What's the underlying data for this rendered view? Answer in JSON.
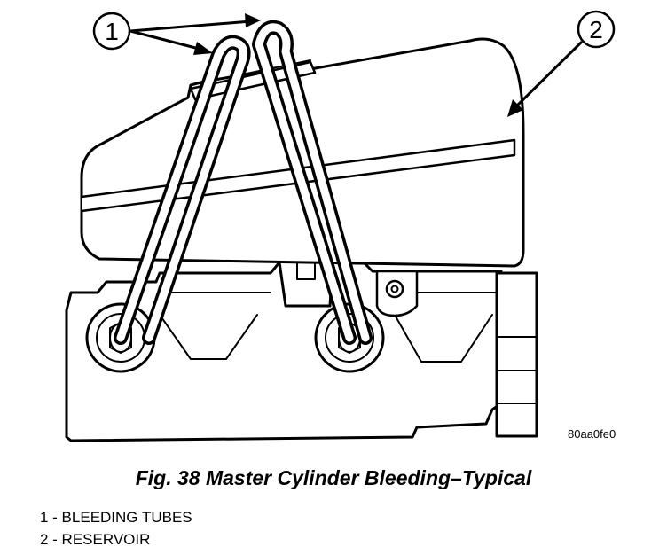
{
  "callouts": [
    {
      "number": "1"
    },
    {
      "number": "2"
    }
  ],
  "figure_code": "80aa0fe0",
  "caption": "Fig. 38 Master Cylinder Bleeding–Typical",
  "legend": [
    {
      "text": "1 - BLEEDING TUBES"
    },
    {
      "text": "2 - RESERVOIR"
    }
  ]
}
